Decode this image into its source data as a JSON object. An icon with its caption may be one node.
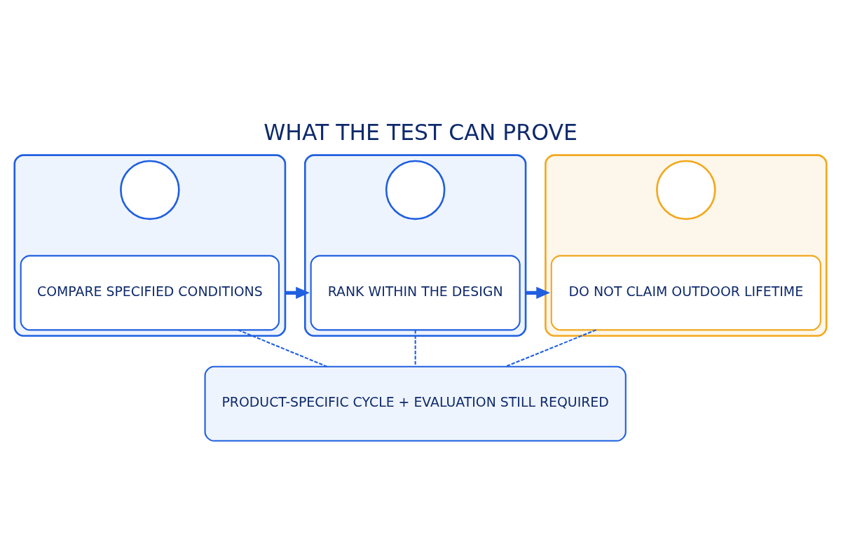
{
  "diagram": {
    "title": "WHAT THE TEST CAN PROVE",
    "nodes": [
      {
        "text": [],
        "shape": "box"
      },
      {
        "text": [],
        "shape": "circle",
        "in": 0
      },
      {
        "text": [
          "COMPARE SPECIFIED CONDITIONS"
        ],
        "in": 0
      },
      {
        "text": [],
        "shape": "box"
      },
      {
        "text": [],
        "shape": "circle",
        "in": 3
      },
      {
        "text": [
          "RANK WITHIN THE DESIGN"
        ],
        "in": 3
      },
      {
        "text": [],
        "shape": "box"
      },
      {
        "text": [],
        "shape": "circle",
        "in": 6
      },
      {
        "text": [
          "DO NOT CLAIM OUTDOOR LIFETIME"
        ],
        "in": 6
      },
      {
        "text": [
          "PRODUCT-SPECIFIC CYCLE + EVALUATION STILL REQUIRED"
        ]
      }
    ],
    "edges": [
      {
        "from": 0,
        "to": 3,
        "arrow": "to",
        "style": "thick"
      },
      {
        "from": 3,
        "to": 6,
        "arrow": "to",
        "style": "thick"
      },
      {
        "from": 2,
        "to": 9,
        "arrow": "none",
        "style": "dashed"
      },
      {
        "from": 5,
        "to": 9,
        "arrow": "none",
        "style": "dashed"
      },
      {
        "from": 8,
        "to": 9,
        "arrow": "none",
        "style": "dashed"
      }
    ]
  }
}
